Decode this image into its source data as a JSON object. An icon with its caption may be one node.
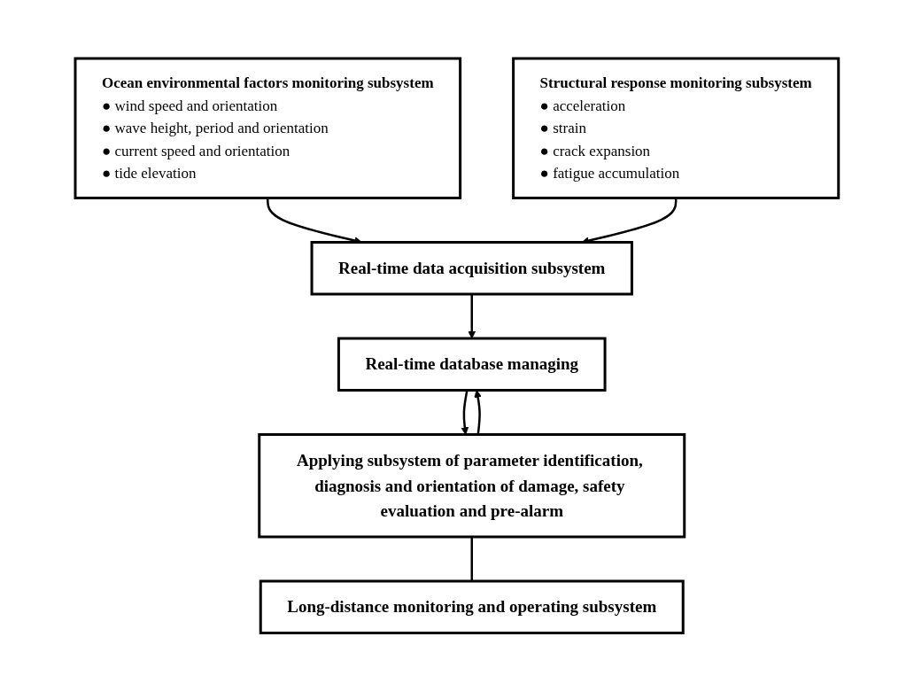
{
  "diagram": {
    "nodes": [
      {
        "text": [
          "Ocean environmental factors monitoring subsystem",
          "● wind speed and orientation",
          "● wave height, period and orientation",
          "● current speed and orientation",
          "● tide elevation"
        ]
      },
      {
        "text": [
          "Structural response monitoring subsystem",
          "● acceleration",
          "● strain",
          "● crack expansion",
          "● fatigue accumulation"
        ]
      },
      {
        "text": [
          "Real-time data acquisition subsystem"
        ]
      },
      {
        "text": [
          "Real-time database managing"
        ]
      },
      {
        "text": [
          "Applying subsystem of parameter identification, diagnosis and orientation of damage, safety evaluation and pre-alarm"
        ]
      },
      {
        "text": [
          "Long-distance monitoring and operating subsystem"
        ]
      }
    ],
    "edges": [
      {
        "from": 0,
        "to": 2,
        "arrow": "to"
      },
      {
        "from": 1,
        "to": 2,
        "arrow": "to"
      },
      {
        "from": 2,
        "to": 3,
        "arrow": "to"
      },
      {
        "from": 3,
        "to": 4,
        "arrow": "to"
      },
      {
        "from": 4,
        "to": 3,
        "arrow": "to"
      },
      {
        "from": 4,
        "to": 5,
        "arrow": "none"
      }
    ]
  }
}
